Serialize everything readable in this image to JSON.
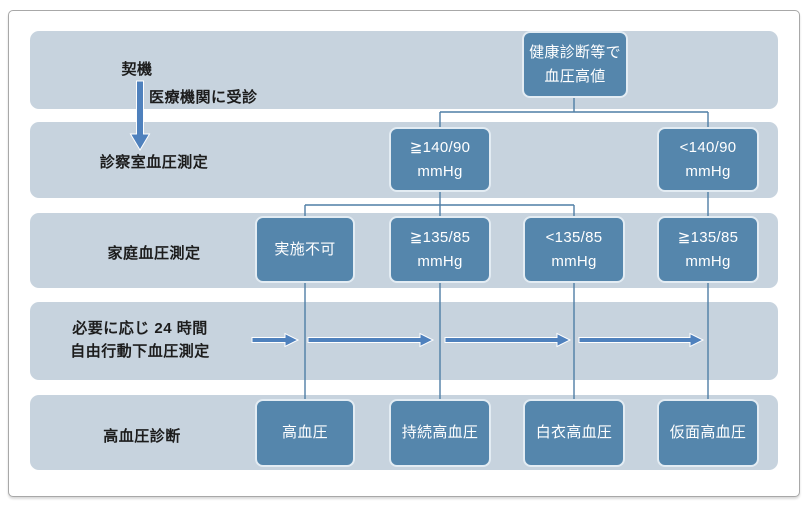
{
  "colors": {
    "page_bg": "#ffffff",
    "frame_border": "#a8a8a8",
    "band_bg": "#c7d3de",
    "box_fill": "#5586ac",
    "box_border": "#e3ecf3",
    "box_text": "#ffffff",
    "label_text": "#1c1c1c",
    "arrow_blue": "#4f81bd",
    "connector": "#4f7ea6"
  },
  "rows": {
    "trigger": {
      "label": "契機",
      "note": "医療機関に受診",
      "start_box": {
        "line1": "健康診断等で",
        "line2": "血圧高値"
      }
    },
    "office": {
      "label": "診察室血圧測定",
      "boxes": [
        {
          "line1": "≧140/90",
          "line2": "mmHg"
        },
        {
          "line1": "<140/90",
          "line2": "mmHg"
        }
      ]
    },
    "home": {
      "label": "家庭血圧測定",
      "boxes": [
        {
          "line1": "実施不可",
          "line2": ""
        },
        {
          "line1": "≧135/85",
          "line2": "mmHg"
        },
        {
          "line1": "<135/85",
          "line2": "mmHg"
        },
        {
          "line1": "≧135/85",
          "line2": "mmHg"
        }
      ]
    },
    "abpm": {
      "label_line1": "必要に応じ 24 時間",
      "label_line2": "自由行動下血圧測定"
    },
    "diagnosis": {
      "label": "高血圧診断",
      "boxes": [
        "高血圧",
        "持続高血圧",
        "白衣高血圧",
        "仮面高血圧"
      ]
    }
  }
}
